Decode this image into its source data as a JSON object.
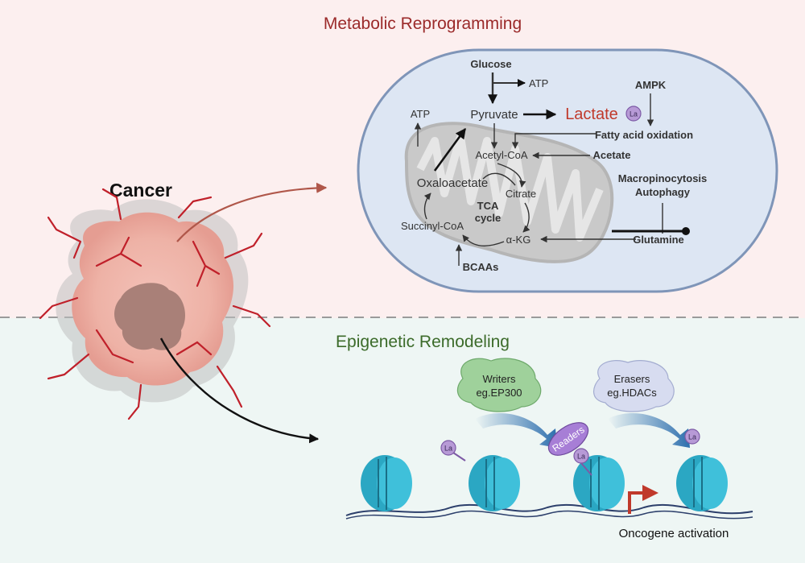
{
  "sections": {
    "top_title": "Metabolic Reprogramming",
    "bottom_title": "Epigenetic Remodeling"
  },
  "cancer_label": "Cancer",
  "metabolism": {
    "glucose": "Glucose",
    "atp_top": "ATP",
    "atp_left": "ATP",
    "pyruvate": "Pyruvate",
    "lactate": "Lactate",
    "la_badge": "La",
    "ampk": "AMPK",
    "fatty_acid_oxidation": "Fatty acid oxidation",
    "acetyl_coa": "Acetyl-CoA",
    "acetate": "Acetate",
    "oxaloacetate": "Oxaloacetate",
    "citrate": "Citrate",
    "tca_line1": "TCA",
    "tca_line2": "cycle",
    "succinyl_coa": "Succinyl-CoA",
    "akg": "α-KG",
    "bcaas": "BCAAs",
    "macropinocytosis": "Macropinocytosis",
    "autophagy": "Autophagy",
    "glutamine": "Glutamine"
  },
  "epigenetic": {
    "writers_line1": "Writers",
    "writers_line2": "eg.EP300",
    "erasers_line1": "Erasers",
    "erasers_line2": "eg.HDACs",
    "readers": "Readers",
    "la_badge": "La",
    "oncogene_activation": "Oncogene activation"
  },
  "colors": {
    "top_bg": "#fcefef",
    "bottom_bg": "#eef6f4",
    "top_title": "#9b2a2a",
    "bottom_title": "#3c6b2a",
    "cell_fill": "#dde6f3",
    "cell_stroke": "#7f95b8",
    "lactate": "#c0392b",
    "la_badge": "#b79ad6",
    "nucleosome": "#2ba7c3",
    "writers": "#9fd19b",
    "erasers": "#d7dcf0",
    "readers": "#a77ed6",
    "arrow_blue": "#2e6fae"
  }
}
